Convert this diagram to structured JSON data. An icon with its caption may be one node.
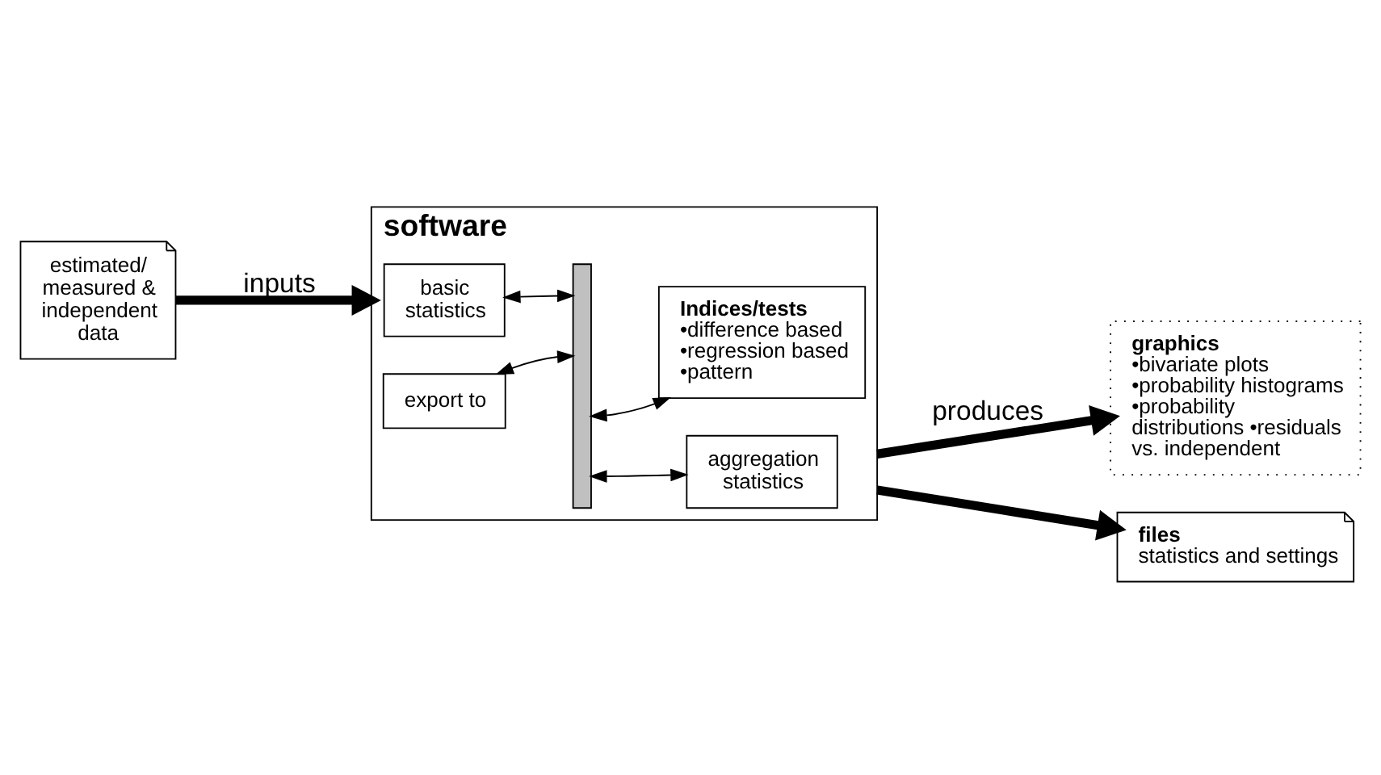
{
  "diagram": {
    "nodes": [
      {
        "text": [
          "estimated/ measured & independent data"
        ]
      },
      {
        "text": [
          "software"
        ]
      },
      {
        "text": [
          "basic statistics"
        ],
        "in": 1
      },
      {
        "text": [
          "export to"
        ],
        "in": 1
      },
      {
        "text": [],
        "shape": "bar",
        "in": 1
      },
      {
        "text": [
          "Indices/tests",
          "•difference based •regression based •pattern"
        ],
        "in": 1
      },
      {
        "text": [
          "aggregation statistics"
        ],
        "in": 1
      },
      {
        "text": [
          "graphics",
          "•bivariate plots •probability histograms •probability distributions •residuals vs. independent"
        ]
      },
      {
        "text": [
          "files",
          "statistics and settings"
        ]
      }
    ],
    "edges": [
      {
        "from": 0,
        "to": 1,
        "arrow": "to",
        "label": "inputs",
        "style": "thick"
      },
      {
        "from": 2,
        "to": 4,
        "arrow": "both"
      },
      {
        "from": 3,
        "to": 4,
        "arrow": "both"
      },
      {
        "from": 4,
        "to": 5,
        "arrow": "both"
      },
      {
        "from": 4,
        "to": 6,
        "arrow": "both"
      },
      {
        "from": 1,
        "to": 7,
        "arrow": "to",
        "label": "produces",
        "style": "thick"
      },
      {
        "from": 1,
        "to": 8,
        "arrow": "to",
        "style": "thick"
      }
    ]
  }
}
